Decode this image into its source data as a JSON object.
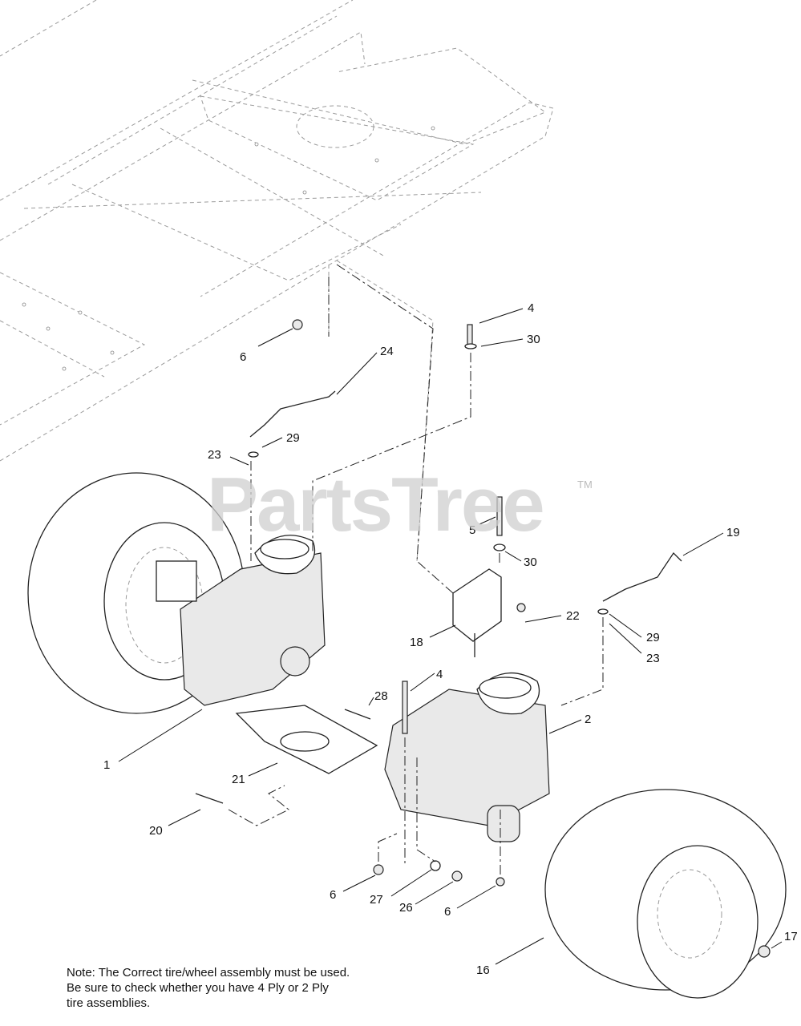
{
  "watermark": {
    "brand": "PartsTree",
    "trademark": "TM"
  },
  "note": {
    "lines": [
      "Note: The Correct tire/wheel assembly must be used.",
      "Be sure to check whether you have 4 Ply or 2 Ply",
      "tire assemblies."
    ]
  },
  "callouts": [
    {
      "id": "c4a",
      "label": "4"
    },
    {
      "id": "c30a",
      "label": "30"
    },
    {
      "id": "c6a",
      "label": "6"
    },
    {
      "id": "c24",
      "label": "24"
    },
    {
      "id": "c29a",
      "label": "29"
    },
    {
      "id": "c23a",
      "label": "23"
    },
    {
      "id": "c19",
      "label": "19"
    },
    {
      "id": "c5",
      "label": "5"
    },
    {
      "id": "c30b",
      "label": "30"
    },
    {
      "id": "c22",
      "label": "22"
    },
    {
      "id": "c18",
      "label": "18"
    },
    {
      "id": "c29b",
      "label": "29"
    },
    {
      "id": "c23b",
      "label": "23"
    },
    {
      "id": "c4b",
      "label": "4"
    },
    {
      "id": "c28",
      "label": "28"
    },
    {
      "id": "c2",
      "label": "2"
    },
    {
      "id": "c1",
      "label": "1"
    },
    {
      "id": "c21",
      "label": "21"
    },
    {
      "id": "c20",
      "label": "20"
    },
    {
      "id": "c6b",
      "label": "6"
    },
    {
      "id": "c27",
      "label": "27"
    },
    {
      "id": "c26",
      "label": "26"
    },
    {
      "id": "c6c",
      "label": "6"
    },
    {
      "id": "c17",
      "label": "17"
    },
    {
      "id": "c16",
      "label": "16"
    }
  ]
}
